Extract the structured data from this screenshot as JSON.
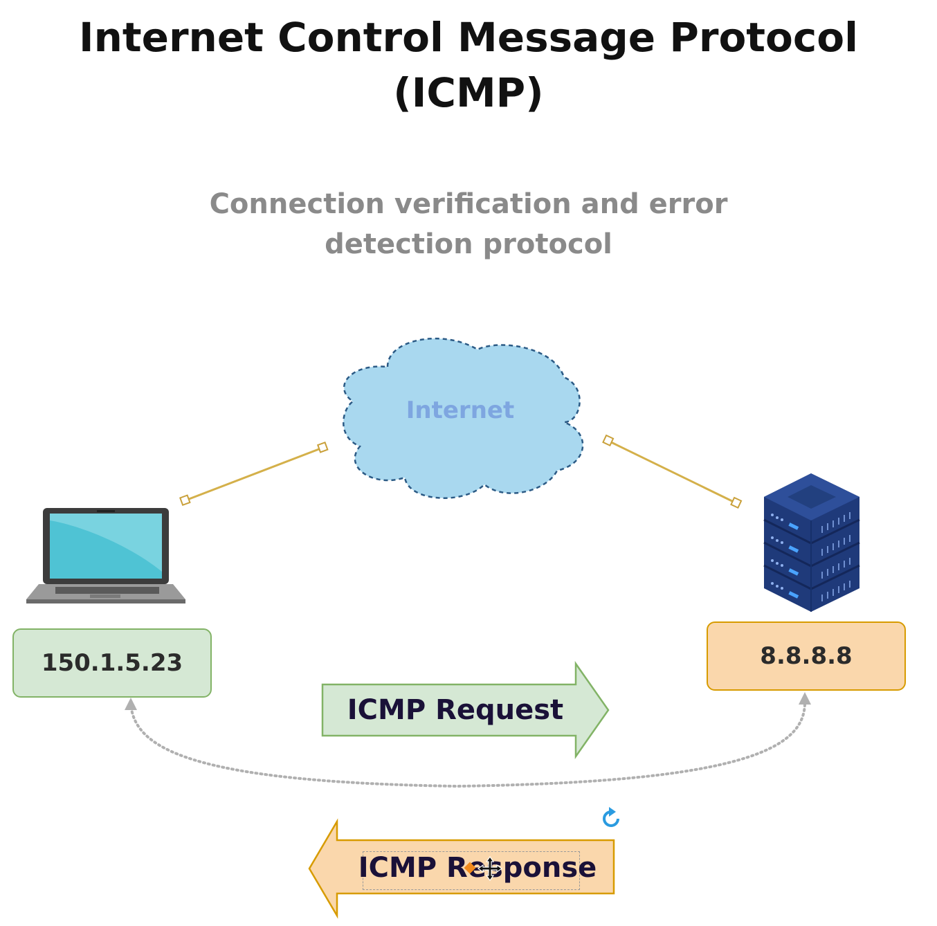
{
  "title": {
    "line1": "Internet Control Message Protocol",
    "line2": "(ICMP)"
  },
  "subtitle": {
    "line1": "Connection verification and error",
    "line2": "detection protocol"
  },
  "cloud": {
    "label": "Internet",
    "fill": "#a9d8ef",
    "stroke": "#2b5a85",
    "text_color": "#7ea6e0"
  },
  "client": {
    "ip": "150.1.5.23",
    "fill": "#d5e8d4",
    "stroke": "#82b366"
  },
  "server": {
    "ip": "8.8.8.8",
    "fill": "#fad7ac",
    "stroke": "#d79b00"
  },
  "request_arrow": {
    "label": "ICMP Request",
    "fill": "#d5e8d4",
    "stroke": "#82b366"
  },
  "response_arrow": {
    "label": "ICMP Response",
    "fill": "#fad7ac",
    "stroke": "#d79b00"
  },
  "connector_color": "#d4b04a",
  "return_path_color": "#b0b0b0"
}
